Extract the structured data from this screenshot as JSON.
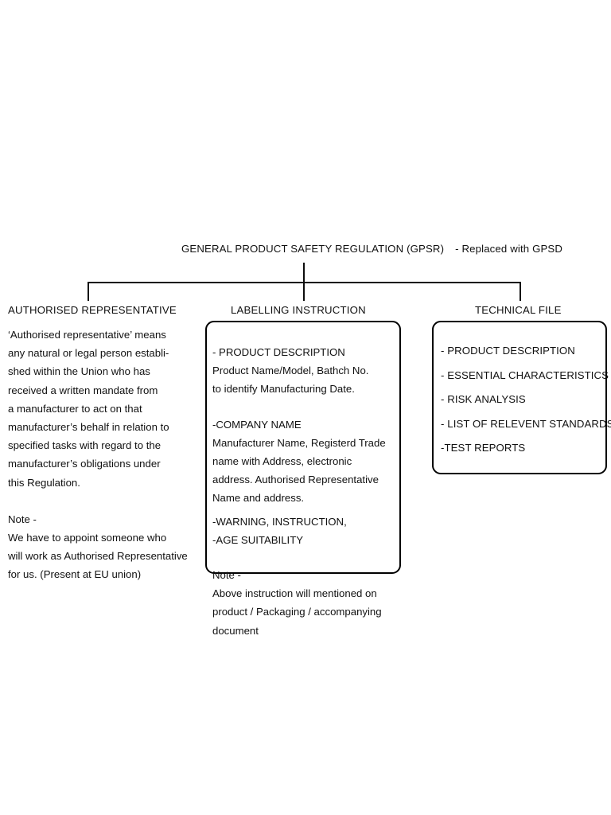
{
  "diagram": {
    "root": {
      "title": "GENERAL PRODUCT SAFETY REGULATION (GPSR)",
      "note": "- Replaced with GPSD"
    },
    "branches": [
      {
        "id": "authorised-representative",
        "heading": "AUTHORISED REPRESENTATIVE",
        "boxed": false,
        "definition": "‘Authorised representative’ means\nany natural or legal person establi-\nshed within the Union who has\nreceived a written mandate from\na manufacturer to act on that\nmanufacturer’s behalf in relation to\nspecified tasks with regard to the\nmanufacturer’s obligations under\nthis Regulation.",
        "note_label": "Note -",
        "note_body": "We have to appoint someone who\nwill work as Authorised Representative\nfor us. (Present at EU union)"
      },
      {
        "id": "labelling-instruction",
        "heading": "LABELLING INSTRUCTION",
        "boxed": true,
        "section_1_title": "- PRODUCT DESCRIPTION",
        "section_1_body": "Product Name/Model, Bathch No.\nto identify Manufacturing Date.",
        "section_2_title": "-COMPANY NAME",
        "section_2_body": "Manufacturer Name, Registerd Trade\nname with Address, electronic\naddress. Authorised Representative\nName and address.",
        "section_3_title": "-WARNING, INSTRUCTION,",
        "section_4_title": "-AGE SUITABILITY",
        "note_label": "Note -",
        "note_body": "Above instruction will mentioned on\nproduct / Packaging / accompanying\ndocument"
      },
      {
        "id": "technical-file",
        "heading": "TECHNICAL FILE",
        "boxed": true,
        "items": [
          "- PRODUCT DESCRIPTION",
          "- ESSENTIAL CHARACTERISTICS",
          "- RISK ANALYSIS",
          "- LIST OF RELEVENT STANDARDS",
          "-TEST REPORTS"
        ]
      }
    ]
  },
  "style": {
    "line_color": "#0d0d0d",
    "text_color": "#111111",
    "background": "#ffffff",
    "box_border_color": "#000000"
  }
}
